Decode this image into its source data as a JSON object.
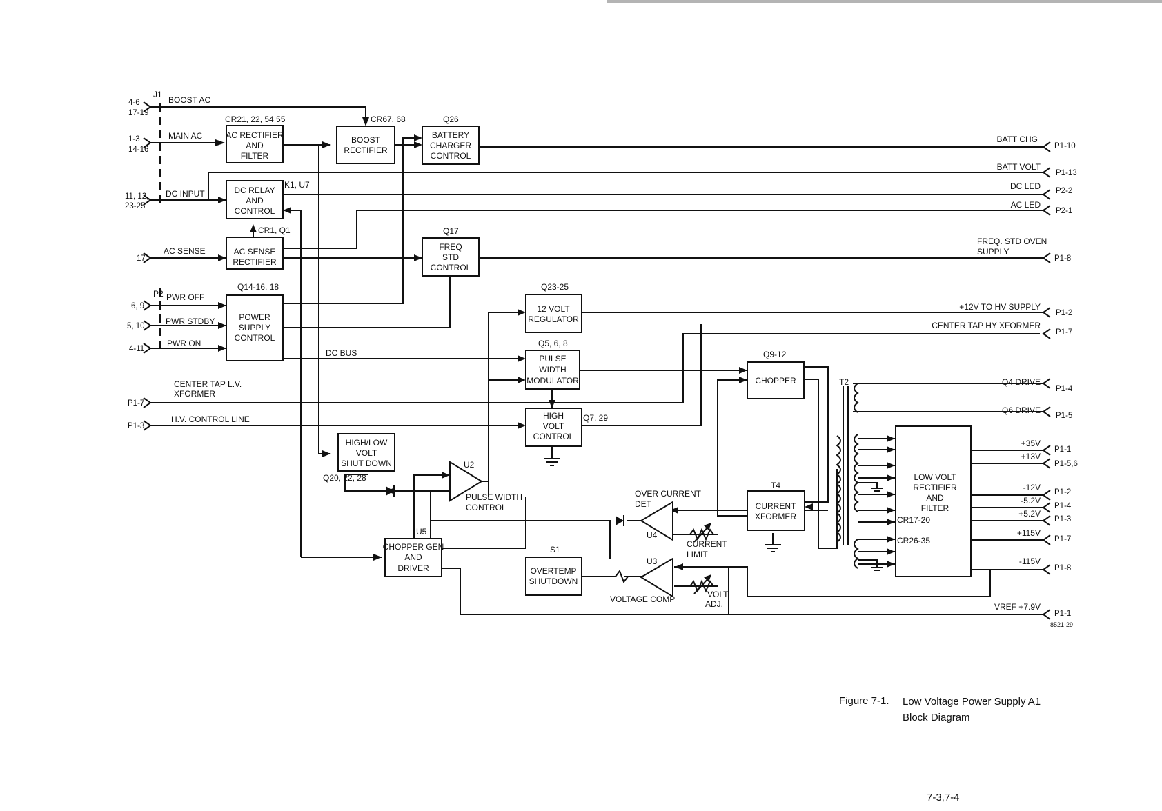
{
  "figure": {
    "number": "Figure 7-1.",
    "title_line1": "Low Voltage Power Supply  A1",
    "title_line2": "Block Diagram",
    "page": "7-3,7-4",
    "drawing_id": "8521-29"
  },
  "connectors": {
    "j1": "J1",
    "p2": "P2"
  },
  "inputs": [
    {
      "pins": "4-6",
      "pins2": "17-19",
      "label": "BOOST AC"
    },
    {
      "pins": "1-3",
      "pins2": "14-16",
      "label": "MAIN AC"
    },
    {
      "pins": "11, 12,",
      "pins2": "23-25",
      "label": "DC INPUT"
    },
    {
      "pins": "17",
      "label": "AC SENSE"
    },
    {
      "pins": "6, 9",
      "label": "PWR OFF"
    },
    {
      "pins": "5, 10",
      "label": "PWR STDBY"
    },
    {
      "pins": "4-11",
      "label": "PWR ON"
    },
    {
      "pins": "P1-7",
      "label": "CENTER TAP L.V.",
      "label2": "XFORMER"
    },
    {
      "pins": "P1-3",
      "label": "H.V. CONTROL LINE"
    }
  ],
  "blocks": {
    "ac_rectifier": {
      "ref": "CR21, 22, 54 55",
      "lines": [
        "AC RECTIFIER",
        "AND",
        "FILTER"
      ]
    },
    "dc_relay": {
      "ref": "K1, U7",
      "lines": [
        "DC RELAY",
        "AND",
        "CONTROL"
      ]
    },
    "ac_sense": {
      "ref": "CR1, Q1",
      "lines": [
        "AC SENSE",
        "RECTIFIER"
      ]
    },
    "power_supply": {
      "ref": "Q14-16, 18",
      "lines": [
        "POWER",
        "SUPPLY",
        "CONTROL"
      ]
    },
    "boost_rectifier": {
      "ref": "CR67, 68",
      "lines": [
        "BOOST",
        "RECTIFIER"
      ]
    },
    "battery_charger": {
      "ref": "Q26",
      "lines": [
        "BATTERY",
        "CHARGER",
        "CONTROL"
      ]
    },
    "freq_std": {
      "ref": "Q17",
      "lines": [
        "FREQ",
        "STD",
        "CONTROL"
      ]
    },
    "regulator_12v": {
      "ref": "Q23-25",
      "lines": [
        "12 VOLT",
        "REGULATOR"
      ]
    },
    "pwm": {
      "ref": "Q5, 6, 8",
      "lines": [
        "PULSE",
        "WIDTH",
        "MODULATOR"
      ]
    },
    "high_volt": {
      "ref": "Q7, 29",
      "lines": [
        "HIGH",
        "VOLT",
        "CONTROL"
      ]
    },
    "shutdown": {
      "ref": "Q20, 22, 28",
      "lines": [
        "HIGH/LOW",
        "VOLT",
        "SHUT DOWN"
      ]
    },
    "chopper_gen": {
      "ref": "U5",
      "lines": [
        "CHOPPER GEN",
        "AND",
        "DRIVER"
      ]
    },
    "overtemp": {
      "ref": "S1",
      "lines": [
        "OVERTEMP",
        "SHUTDOWN"
      ]
    },
    "chopper": {
      "ref": "Q9-12",
      "lines": [
        "CHOPPER"
      ]
    },
    "current_xformer": {
      "ref": "T4",
      "lines": [
        "CURRENT",
        "XFORMER"
      ]
    },
    "lv_rectifier": {
      "ref1": "CR17-20",
      "ref2": "CR26-35",
      "lines": [
        "LOW VOLT",
        "RECTIFIER",
        "AND",
        "FILTER"
      ]
    }
  },
  "labels": {
    "dc_bus": "DC BUS",
    "t2": "T2",
    "u2": "U2",
    "u3": "U3",
    "u4": "U4",
    "pulse_width_control": [
      "PULSE WIDTH",
      "CONTROL"
    ],
    "over_current_det": [
      "OVER CURRENT",
      "DET"
    ],
    "current_limit": [
      "CURRENT",
      "LIMIT"
    ],
    "voltage_comp": "VOLTAGE COMP",
    "volt_adj": [
      "VOLT",
      "ADJ."
    ]
  },
  "outputs": [
    {
      "label": "BATT CHG",
      "pin": "P1-10"
    },
    {
      "label": "BATT VOLT",
      "pin": "P1-13"
    },
    {
      "label": "DC LED",
      "pin": "P2-2"
    },
    {
      "label": "AC LED",
      "pin": "P2-1"
    },
    {
      "label": "FREQ. STD OVEN",
      "label2": "SUPPLY",
      "pin": "P1-8"
    },
    {
      "label": "+12V TO HV SUPPLY",
      "pin": "P1-2"
    },
    {
      "label": "CENTER TAP  HY XFORMER",
      "pin": "P1-7"
    },
    {
      "label": "Q4 DRIVE",
      "pin": "P1-4"
    },
    {
      "label": "Q6 DRIVE",
      "pin": "P1-5"
    },
    {
      "label": "+35V",
      "pin": "P1-1"
    },
    {
      "label": "+13V",
      "pin": "P1-5,6"
    },
    {
      "label": "-12V",
      "pin": "P1-2"
    },
    {
      "label": "-5.2V",
      "pin": "P1-4"
    },
    {
      "label": "+5.2V",
      "pin": "P1-3"
    },
    {
      "label": "+115V",
      "pin": "P1-7"
    },
    {
      "label": "-115V",
      "pin": "P1-8"
    },
    {
      "label": "VREF +7.9V",
      "pin": "P1-1"
    }
  ]
}
